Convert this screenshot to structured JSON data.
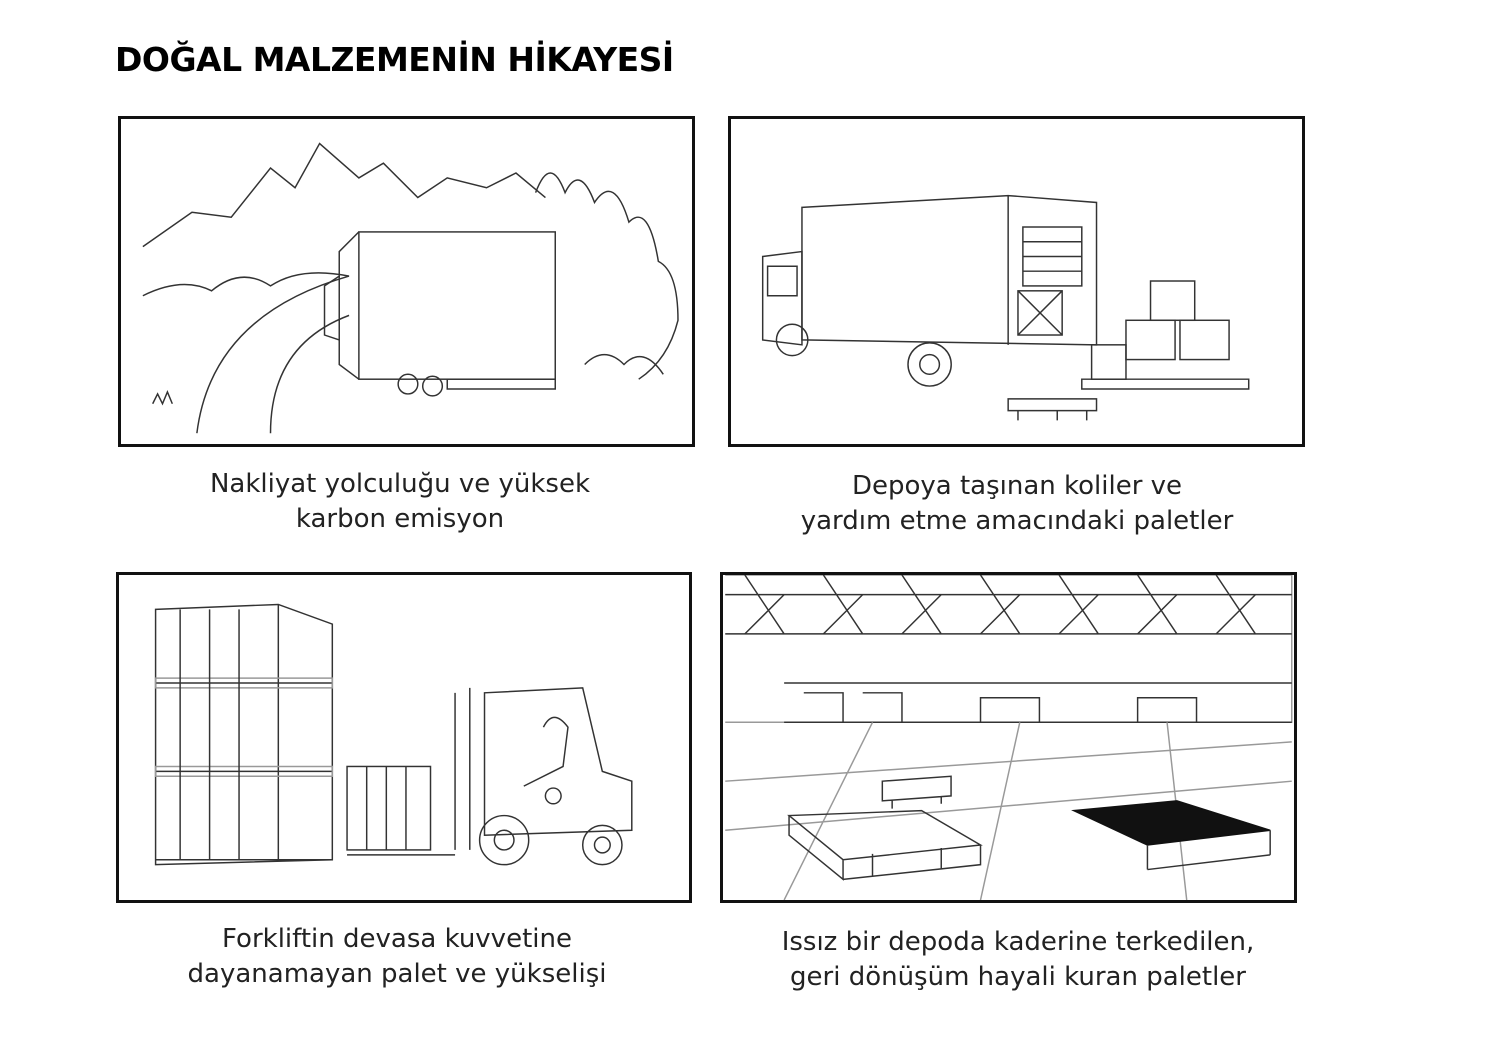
{
  "title": "DOĞAL MALZEMENİN HİKAYESİ",
  "panels": [
    {
      "icon": "truck-mountain-road-sketch",
      "caption": [
        "Nakliyat yolculuğu ve yüksek",
        "karbon emisyon"
      ]
    },
    {
      "icon": "truck-unloading-boxes-sketch",
      "caption": [
        "Depoya taşınan koliler ve",
        "yardım etme amacındaki paletler"
      ]
    },
    {
      "icon": "forklift-pallets-sketch",
      "caption": [
        "Forkliftin devasa kuvvetine",
        "dayanamayan palet ve yükselişi"
      ]
    },
    {
      "icon": "empty-warehouse-pallets-sketch",
      "caption": [
        "Issız bir depoda kaderine terkedilen,",
        "geri dönüşüm hayali kuran paletler"
      ]
    }
  ]
}
